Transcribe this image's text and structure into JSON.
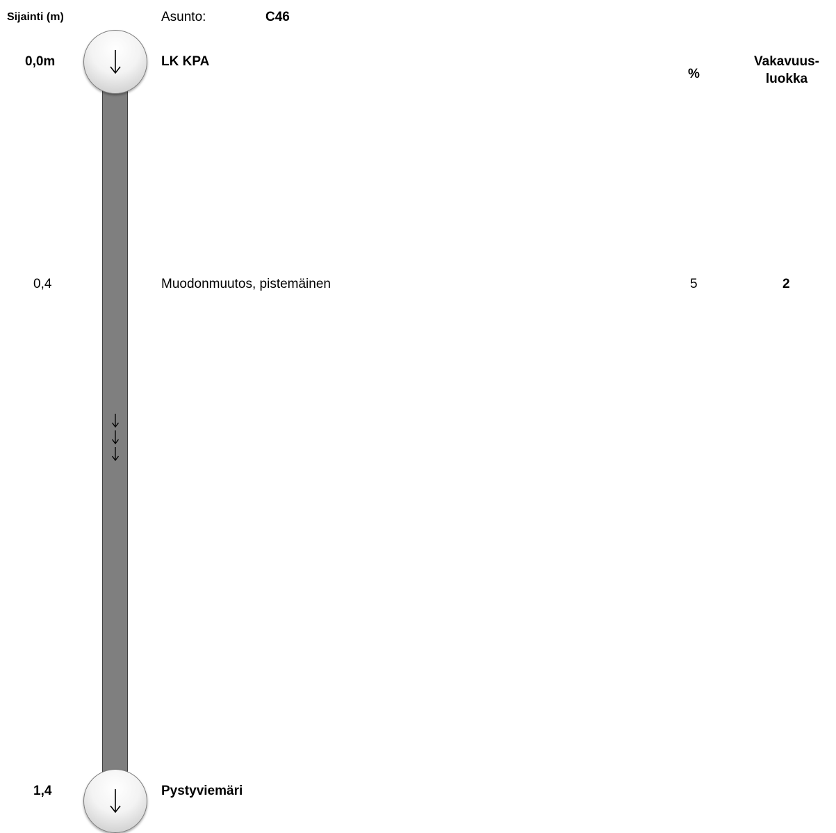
{
  "header": {
    "location_column": "Sijainti (m)",
    "apartment_label": "Asunto:",
    "apartment_value": "C46",
    "percent_column": "%",
    "severity_column_line1": "Vakavuus-",
    "severity_column_line2": "luokka"
  },
  "start": {
    "position": "0,0m",
    "name": "LK KPA",
    "icon": "arrow-down-icon"
  },
  "findings": [
    {
      "position": "0,4",
      "description": "Muodonmuutos, pistemäinen",
      "percent": "5",
      "severity": "2"
    }
  ],
  "flow_direction_icon": "arrow-down-icon",
  "end": {
    "position": "1,4",
    "name": "Pystyviemäri",
    "icon": "arrow-down-icon"
  },
  "colors": {
    "pipe": "#7f7f7f",
    "pipe_border": "#404040",
    "node_fill": "#f3f3f3"
  }
}
